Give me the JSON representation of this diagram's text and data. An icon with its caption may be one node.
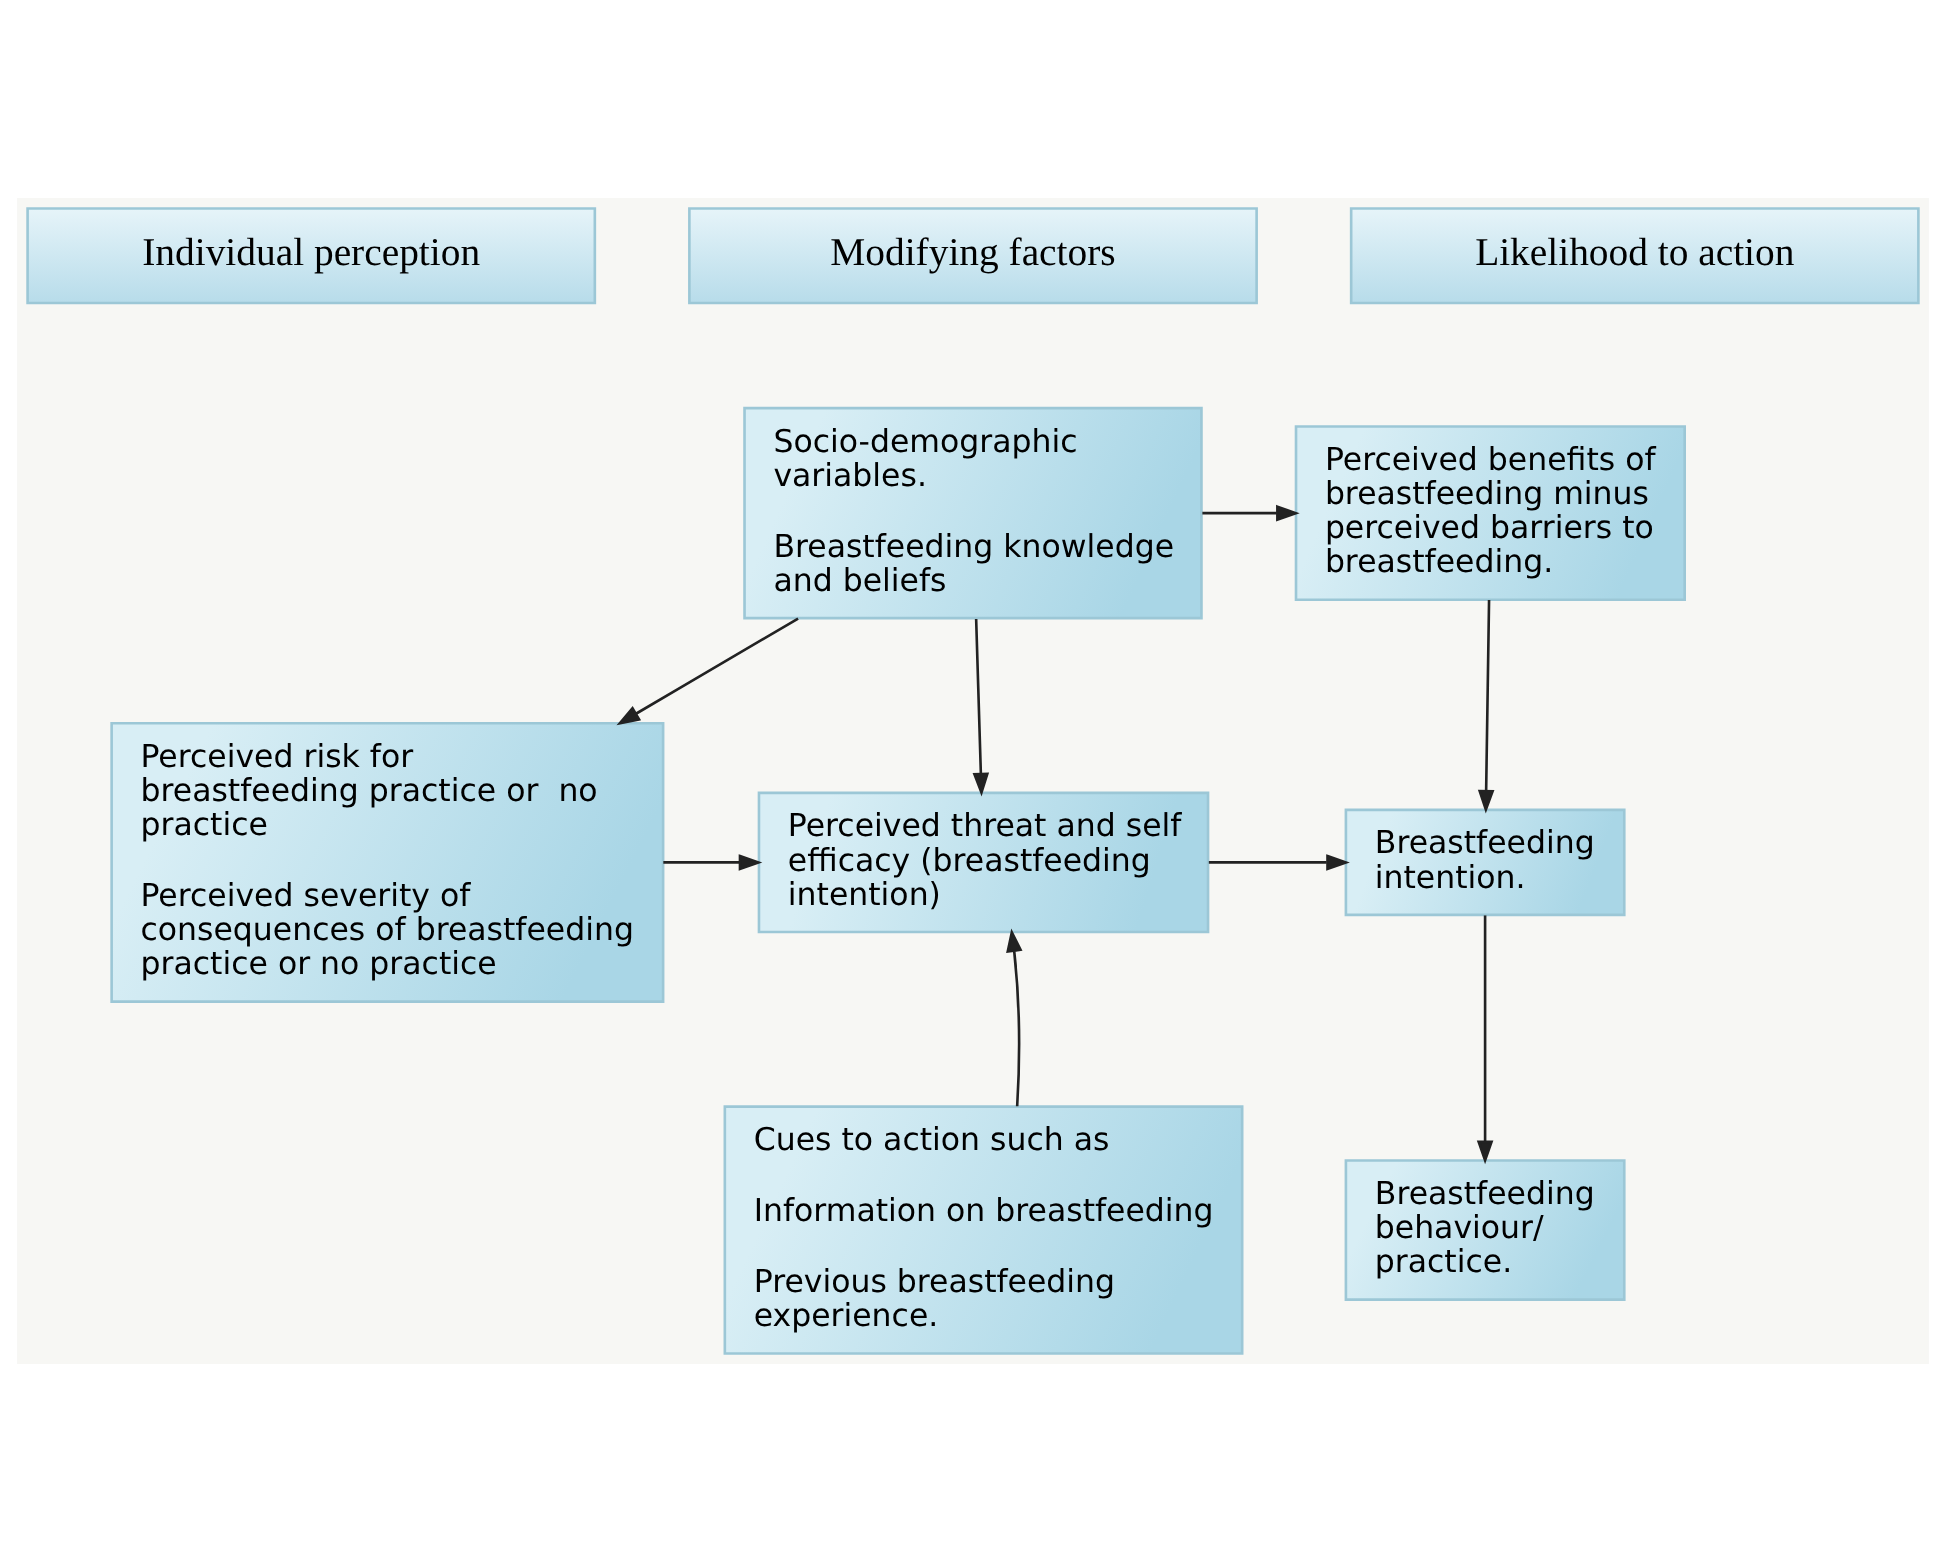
{
  "diagram": {
    "nodes": [
      {
        "text": [
          "Individual perception"
        ]
      },
      {
        "text": [
          "Modifying factors"
        ]
      },
      {
        "text": [
          "Likelihood to action"
        ]
      },
      {
        "text": [
          "Socio-demographic variables.",
          "Breastfeeding knowledge and beliefs"
        ]
      },
      {
        "text": [
          "Perceived benefits of breastfeeding minus perceived barriers to breastfeeding."
        ]
      },
      {
        "text": [
          "Perceived risk for breastfeeding practice or  no practice",
          "Perceived severity of consequences of breastfeeding practice or no practice"
        ]
      },
      {
        "text": [
          "Perceived threat and self efficacy (breastfeeding intention)"
        ]
      },
      {
        "text": [
          "Breastfeeding intention."
        ]
      },
      {
        "text": [
          "Cues to action such as",
          "Information on breastfeeding",
          "Previous breastfeeding experience."
        ]
      },
      {
        "text": [
          "Breastfeeding behaviour/ practice."
        ]
      }
    ],
    "edges": [
      {
        "from": 3,
        "to": 5,
        "arrow": "to"
      },
      {
        "from": 3,
        "to": 4,
        "arrow": "to"
      },
      {
        "from": 3,
        "to": 6,
        "arrow": "to"
      },
      {
        "from": 4,
        "to": 7,
        "arrow": "to"
      },
      {
        "from": 5,
        "to": 6,
        "arrow": "to"
      },
      {
        "from": 6,
        "to": 7,
        "arrow": "to"
      },
      {
        "from": 8,
        "to": 6,
        "arrow": "to"
      },
      {
        "from": 7,
        "to": 9,
        "arrow": "to"
      }
    ]
  }
}
